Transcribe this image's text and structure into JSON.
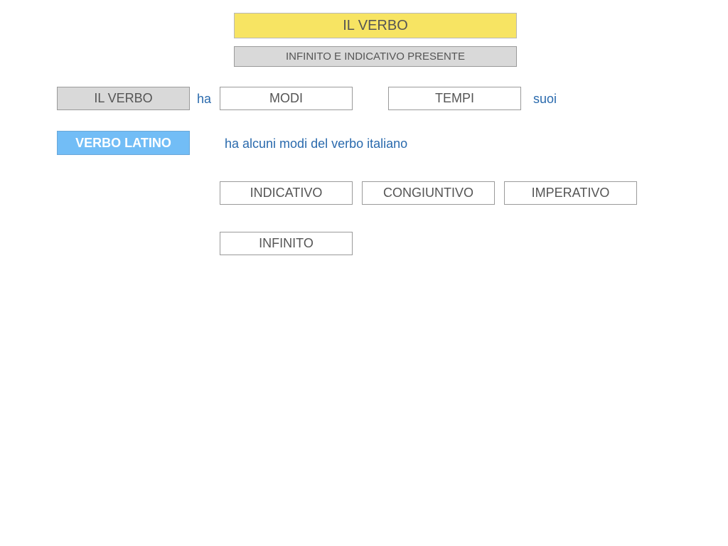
{
  "header": {
    "title": "IL VERBO",
    "subtitle": "INFINITO E INDICATIVO PRESENTE"
  },
  "row1": {
    "subject": "IL VERBO",
    "verb": "ha",
    "modi": "MODI",
    "tempi": "TEMPI",
    "suffix": "suoi"
  },
  "row2": {
    "subject": "VERBO LATINO",
    "text": "ha alcuni modi del verbo italiano"
  },
  "modes": {
    "indicativo": "INDICATIVO",
    "congiuntivo": "CONGIUNTIVO",
    "imperativo": "IMPERATIVO",
    "infinito": "INFINITO"
  },
  "colors": {
    "title_bg": "#f7e463",
    "subtitle_bg": "#d9d9d9",
    "latin_bg": "#72bdf6",
    "connector_text": "#2a6aad"
  }
}
